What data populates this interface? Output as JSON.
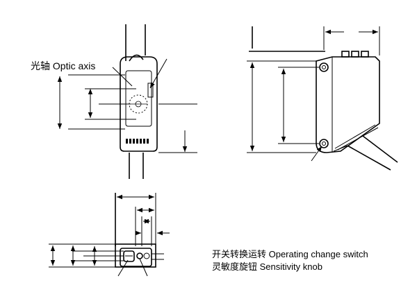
{
  "labels": {
    "optic_axis": "光轴 Optic axis",
    "operating_switch": "开关转换运转 Operating change switch",
    "sensitivity_knob": "灵敏度旋钮 Sensitivity knob"
  },
  "colors": {
    "ink": "#000000",
    "background": "#ffffff"
  }
}
